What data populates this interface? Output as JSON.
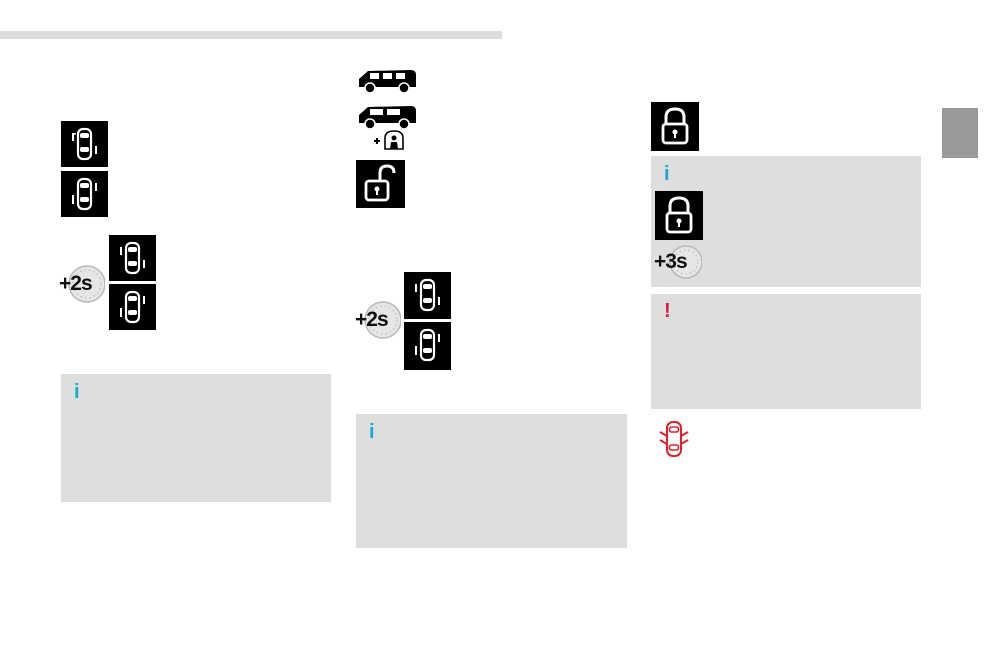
{
  "colors": {
    "info_accent": "#1aa7d8",
    "warning_accent": "#e1173f",
    "panel_bg": "#dedede",
    "alert_icon": "#e0202a",
    "section_tab": "#9a9a9a"
  },
  "left_column": {
    "timer_label": "+2s",
    "info_box": {
      "marker": "i"
    }
  },
  "middle_column": {
    "timer_label": "+2s",
    "info_box": {
      "marker": "i"
    }
  },
  "right_column": {
    "info_box": {
      "marker": "i",
      "timer_label": "+3s"
    },
    "warning_box": {
      "marker": "!"
    }
  }
}
